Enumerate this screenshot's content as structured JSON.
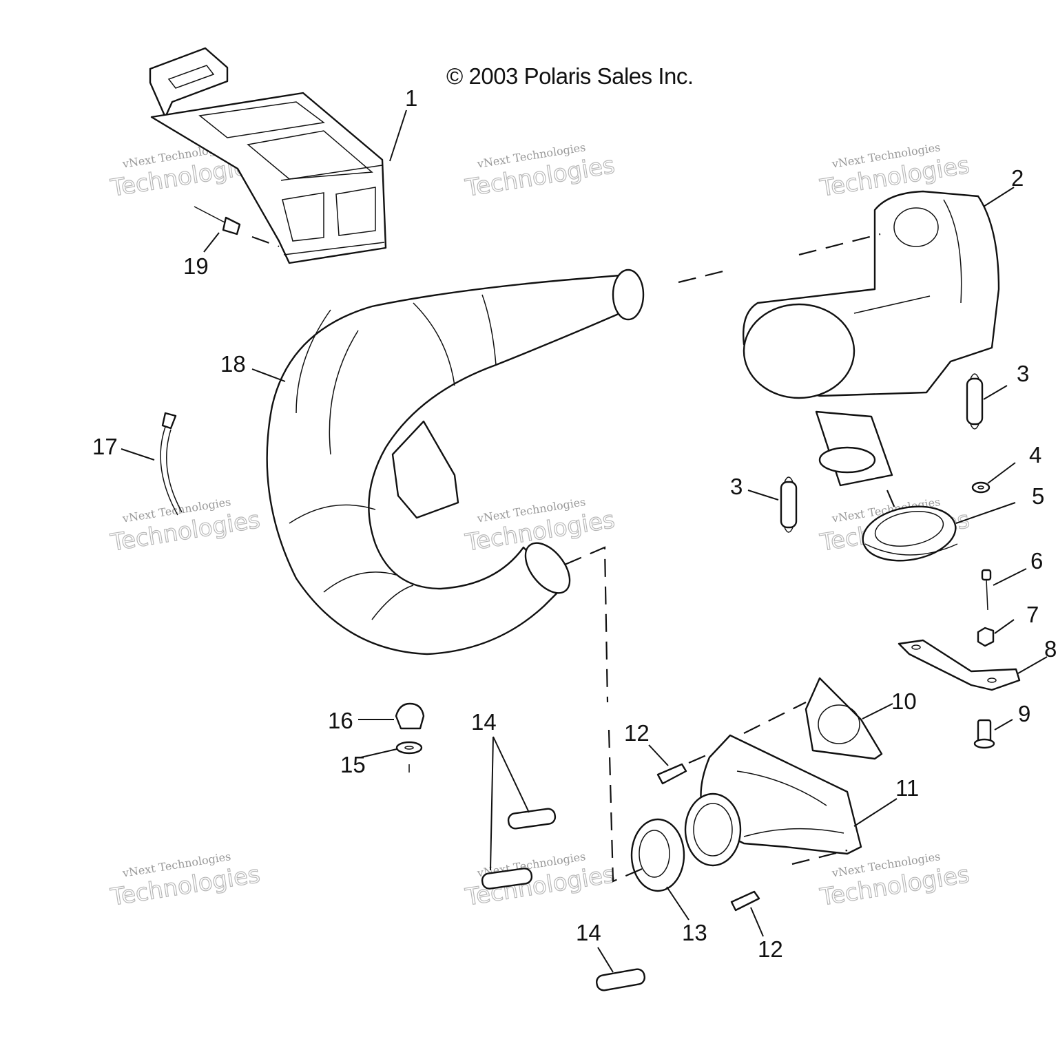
{
  "copyright": "© 2003 Polaris Sales Inc.",
  "watermark": {
    "line1": "vNext Technologies",
    "line2": "Technologies"
  },
  "callouts": {
    "c1": "1",
    "c2": "2",
    "c3a": "3",
    "c3b": "3",
    "c4": "4",
    "c5": "5",
    "c6": "6",
    "c7": "7",
    "c8": "8",
    "c9": "9",
    "c10": "10",
    "c11": "11",
    "c12a": "12",
    "c12b": "12",
    "c13": "13",
    "c14a": "14",
    "c14b": "14",
    "c15": "15",
    "c16": "16",
    "c17": "17",
    "c18": "18",
    "c19": "19"
  }
}
